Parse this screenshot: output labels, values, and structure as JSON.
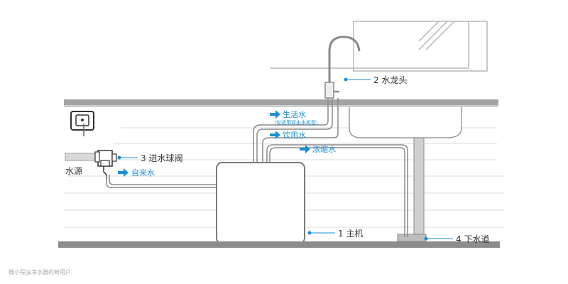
{
  "colors": {
    "accent": "#1a8fd4",
    "line": "#8a8a8a",
    "text": "#333333",
    "ground": "#8c8c8c",
    "counter": "#999999"
  },
  "labels": {
    "main_unit": "1 主机",
    "faucet": "2 水龙头",
    "inlet_valve": "3 进水球阀",
    "drain": "4 下水道",
    "water_source": "水源"
  },
  "flows": {
    "tap_water": "自来水",
    "domestic_water": "生活水",
    "domestic_note": "（仅适用双出水机型）",
    "drinking_water": "饮用水",
    "concentrate_water": "浓缩水"
  },
  "watermark": "微小程@净水器的新用户"
}
